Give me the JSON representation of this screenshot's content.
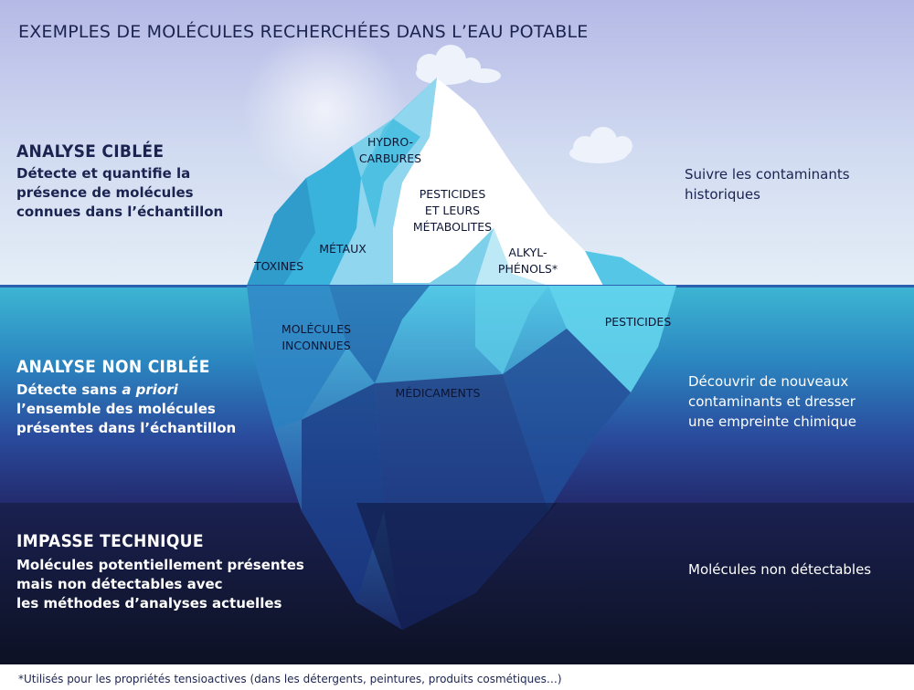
{
  "title": "EXEMPLES DE MOLÉCULES RECHERCHÉES DANS L’EAU POTABLE",
  "zones": [
    {
      "heading": "ANALYSE CIBLÉE",
      "description": [
        "Détecte et quantifie la",
        "présence de molécules",
        "connues dans l’échantillon"
      ],
      "right_text": [
        "Suivre les contaminants",
        "historiques"
      ]
    },
    {
      "heading": "ANALYSE NON CIBLÉE",
      "description_prefix": "Détecte sans ",
      "description_emphasis": "a priori",
      "description": [
        "l’ensemble des molécules",
        "présentes dans l’échantillon"
      ],
      "right_text": [
        "Découvrir de nouveaux",
        "contaminants et dresser",
        "une empreinte chimique"
      ]
    },
    {
      "heading": "IMPASSE TECHNIQUE",
      "description": [
        "Molécules potentiellement présentes",
        "mais non détectables avec",
        "les méthodes d’analyses actuelles"
      ],
      "right_text": [
        "Molécules non détectables"
      ]
    }
  ],
  "iceberg_labels": {
    "hydrocarbures": "HYDRO-\nCARBURES",
    "pesticides_metabolites": "PESTICIDES\nET LEURS\nMÉTABOLITES",
    "metaux": "MÉTAUX",
    "toxines": "TOXINES",
    "alkylphenols": "ALKYL-\nPHÉNOLS*",
    "pesticides": "PESTICIDES",
    "molecules_inconnues": "MOLÉCULES\nINCONNUES",
    "medicaments": "MÉDICAMENTS"
  },
  "footnote": "*Utilisés pour les propriétés tensioactives (dans les détergents, peintures, produits cosmétiques…)",
  "colors": {
    "title": "#1b2450",
    "zone1_text": "#1b2450",
    "zone_light_text": "#ffffff",
    "sky_top": "#b9bde6",
    "sky_bottom": "#e6eff7",
    "water_line": "#2b5fb0",
    "water_top": "#3fb3d1",
    "water_mid": "#2a3f8e",
    "deep": "#111833"
  }
}
